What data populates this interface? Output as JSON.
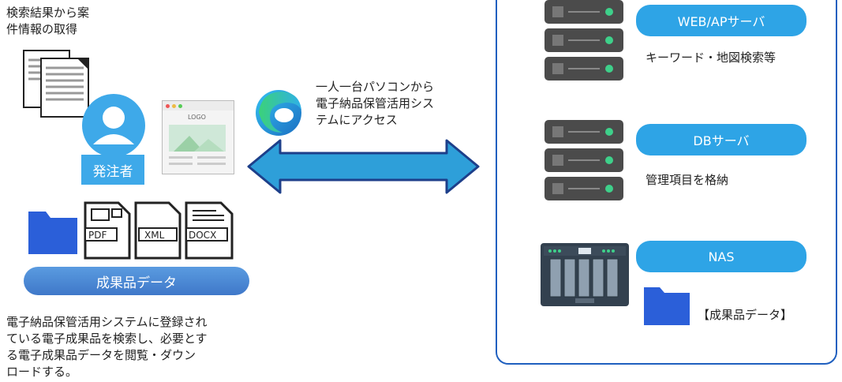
{
  "client": {
    "search_note": "検索結果から案\n件情報の取得",
    "role_label": "発注者",
    "logo_text": "LOGO",
    "doc_icons": [
      "PDF",
      "XML",
      "DOCX"
    ],
    "deliverables_label": "成果品データ",
    "description": "電子納品保管活用システムに登録され\nている電子成果品を検索し、必要とす\nる電子成果品データを閲覧・ダウン\nロードする。"
  },
  "connection": {
    "note": "一人一台パソコンから\n電子納品保管活用シス\nテムにアクセス"
  },
  "servers": [
    {
      "label": "WEB/APサーバ",
      "caption": "キーワード・地図検索等"
    },
    {
      "label": "DBサーバ",
      "caption": "管理項目を格納"
    },
    {
      "label": "NAS",
      "caption": "【成果品データ】"
    }
  ],
  "colors": {
    "accent": "#2ea4e6",
    "frame": "#1f5fbf",
    "folder": "#2b5fd9",
    "server": "#4b4b4b",
    "led": "#3ed08a"
  }
}
